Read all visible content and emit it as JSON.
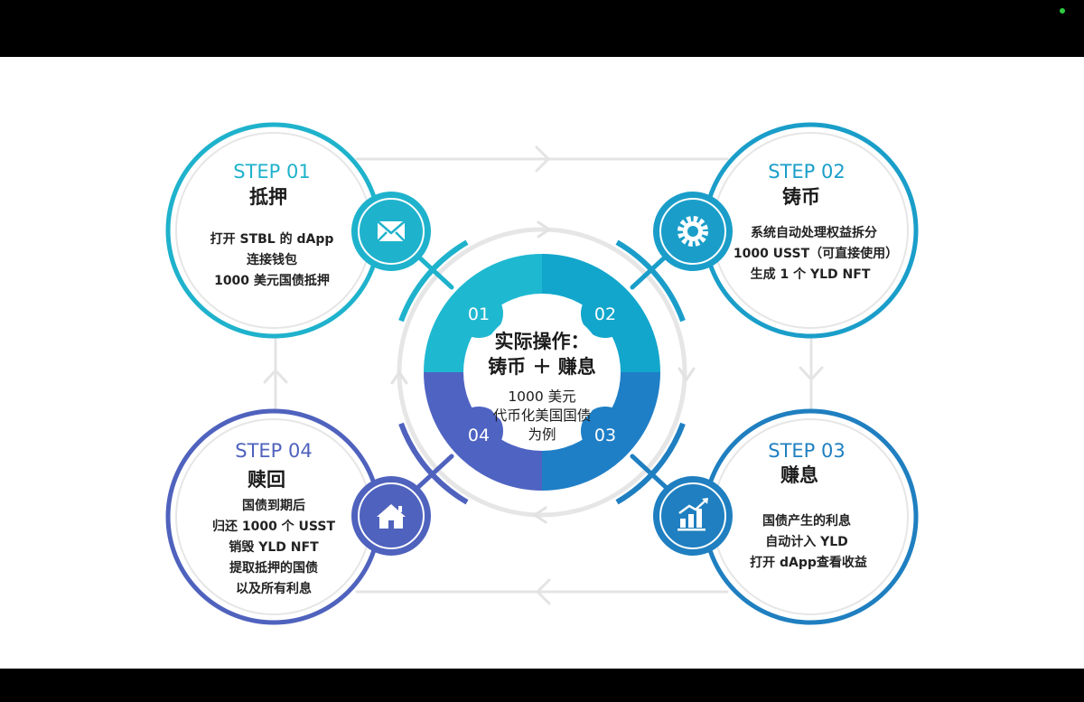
{
  "colors": {
    "step1": "#1fb2cc",
    "step2": "#1a9ec9",
    "step3": "#1f7fc0",
    "step4": "#4f62bd",
    "connector": "#e4e4e4",
    "ring": "#e6e6e6"
  },
  "steps": [
    {
      "label": "STEP 01",
      "title": "抵押",
      "lines": [
        "打开 STBL 的 dApp",
        "连接钱包",
        "1000 美元国债抵押"
      ],
      "icon": "envelope-icon"
    },
    {
      "label": "STEP 02",
      "title": "铸币",
      "lines": [
        "系统自动处理权益拆分",
        "1000 USST（可直接使用）",
        "生成 1 个 YLD NFT"
      ],
      "icon": "gear-icon"
    },
    {
      "label": "STEP 03",
      "title": "赚息",
      "lines": [
        "国债产生的利息",
        "自动计入 YLD",
        "打开 dApp查看收益"
      ],
      "icon": "growth-chart-icon"
    },
    {
      "label": "STEP 04",
      "title": "赎回",
      "lines": [
        "国债到期后",
        "归还 1000 个 USST",
        "销毁 YLD NFT",
        "提取抵押的国债",
        "以及所有利息"
      ],
      "icon": "house-icon"
    }
  ],
  "center": {
    "title_line1": "实际操作：",
    "title_line2": "铸币 ＋ 赚息",
    "lines": [
      "1000 美元",
      "代币化美国国债",
      "为例"
    ],
    "quadrants": [
      "01",
      "02",
      "03",
      "04"
    ]
  }
}
